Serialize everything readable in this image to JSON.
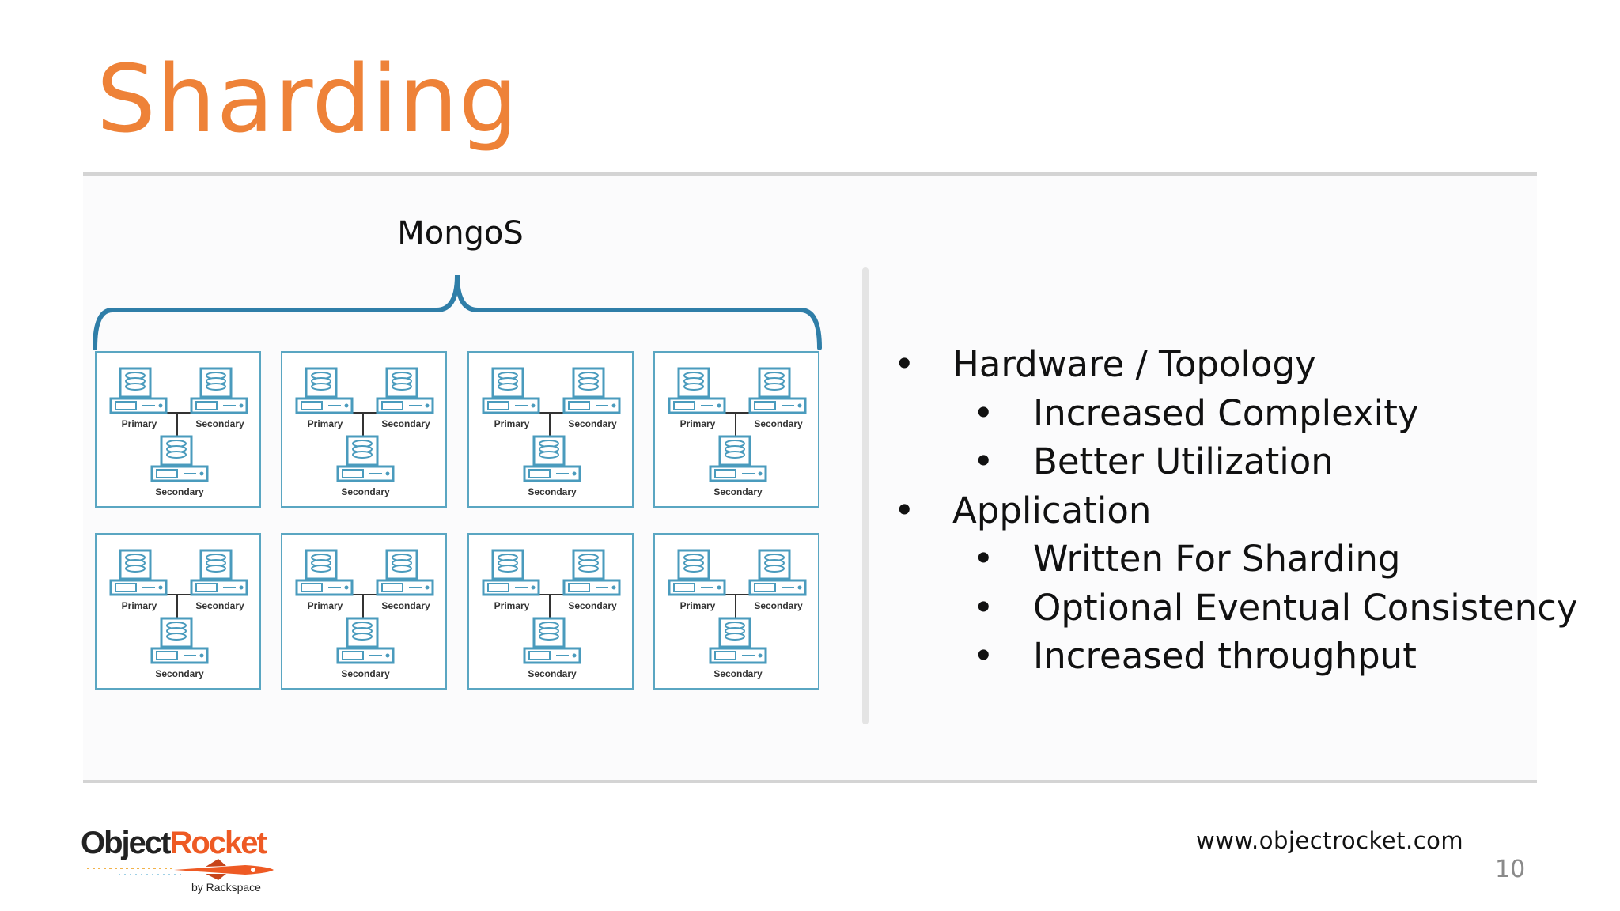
{
  "slide": {
    "title": "Sharding",
    "page_number": "10",
    "url": "www.objectrocket.com",
    "accent_color": "#ee8238"
  },
  "diagram": {
    "router_label": "MongoS",
    "shard_count": 8,
    "node_labels": {
      "primary": "Primary",
      "secondary": "Secondary"
    },
    "line_color": "#4a9bbd"
  },
  "bullets": [
    {
      "level": 1,
      "text": "Hardware / Topology"
    },
    {
      "level": 2,
      "text": "Increased Complexity"
    },
    {
      "level": 2,
      "text": "Better Utilization"
    },
    {
      "level": 1,
      "text": "Application"
    },
    {
      "level": 2,
      "text": "Written For Sharding"
    },
    {
      "level": 2,
      "text": "Optional Eventual Consistency"
    },
    {
      "level": 2,
      "text": "Increased throughput"
    }
  ],
  "bullet_glyph": "•",
  "logo": {
    "word_part1": "Object",
    "word_part2": "Rocket",
    "subtitle": "by Rackspace"
  }
}
